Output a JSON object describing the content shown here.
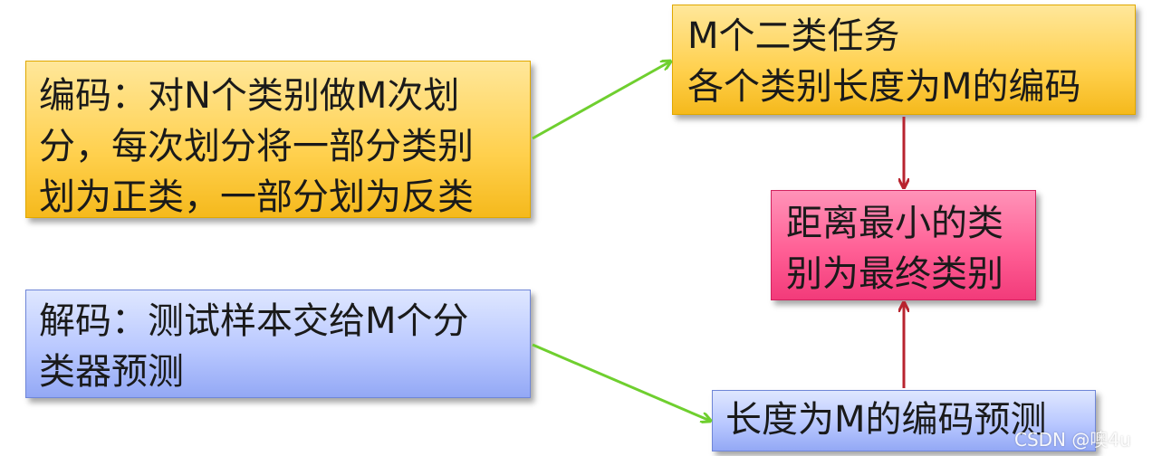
{
  "boxes": {
    "encode": {
      "lines": [
        "编码：对N个类别做M次划",
        "分，每次划分将一部分类别",
        "划为正类，一部分划为反类"
      ]
    },
    "m_tasks": {
      "lines": [
        "M个二类任务",
        "各个类别长度为M的编码"
      ]
    },
    "decode": {
      "lines": [
        "解码：测试样本交给M个分",
        "类器预测"
      ]
    },
    "min_distance": {
      "lines": [
        "距离最小的类",
        "别为最终类别"
      ]
    },
    "predict_code": {
      "lines": [
        "长度为M的编码预测"
      ]
    }
  },
  "watermark": "CSDN @噢4u",
  "colors": {
    "arrow_green": "#6fcf2f",
    "arrow_red": "#b8242f"
  }
}
